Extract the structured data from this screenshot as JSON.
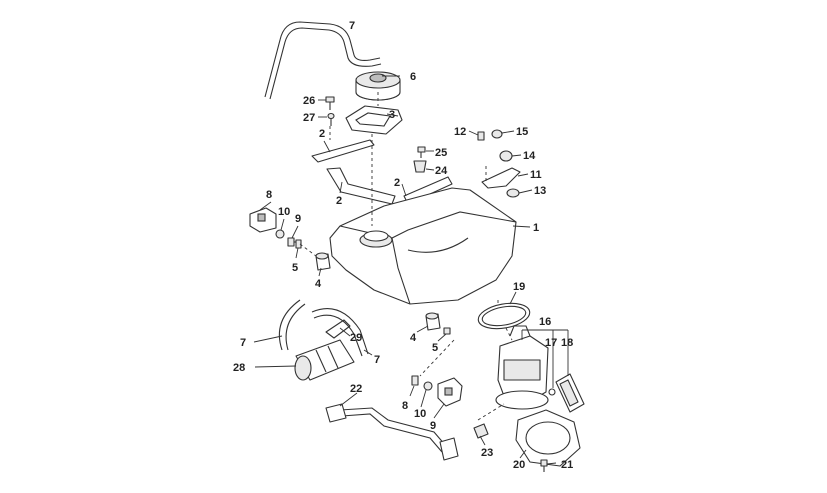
{
  "diagram": {
    "callouts": {
      "c1": "1",
      "c2a": "2",
      "c2b": "2",
      "c2c": "2",
      "c3": "3",
      "c4a": "4",
      "c4b": "4",
      "c5a": "5",
      "c5b": "5",
      "c6": "6",
      "c7a": "7",
      "c7b": "7",
      "c7c": "7",
      "c8a": "8",
      "c8b": "8",
      "c9a": "9",
      "c9b": "9",
      "c10a": "10",
      "c10b": "10",
      "c11": "11",
      "c12": "12",
      "c13": "13",
      "c14": "14",
      "c15": "15",
      "c16": "16",
      "c17": "17",
      "c18": "18",
      "c19": "19",
      "c20": "20",
      "c21": "21",
      "c22": "22",
      "c23": "23",
      "c24": "24",
      "c25": "25",
      "c26": "26",
      "c27": "27",
      "c28": "28",
      "c29": "29"
    }
  }
}
